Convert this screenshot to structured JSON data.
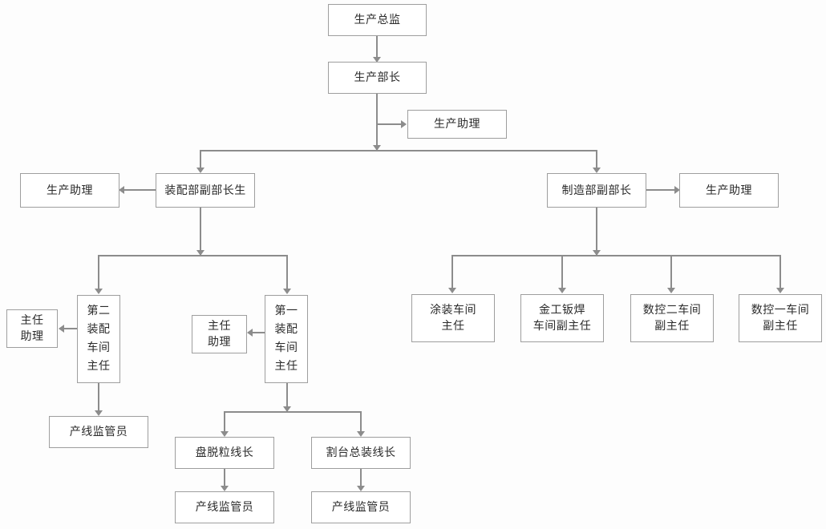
{
  "chart_data": {
    "type": "diagram",
    "title": "",
    "diagram_kind": "organization-chart",
    "orientation": "top-down",
    "node_count": 22,
    "colors": {
      "box_border": "#9e9e9e",
      "box_fill": "#ffffff",
      "connector": "#8c8c8c",
      "text": "#2b2b2b",
      "background": "#fdfdfd"
    },
    "nodes": [
      {
        "id": "n1",
        "label": "生产总监",
        "level": 0
      },
      {
        "id": "n2",
        "label": "生产部长",
        "level": 1
      },
      {
        "id": "n3",
        "label": "生产助理",
        "level": 2
      },
      {
        "id": "n4",
        "label": "装配部副部长生",
        "level": 3
      },
      {
        "id": "n5",
        "label": "生产助理",
        "level": 3
      },
      {
        "id": "n6",
        "label": "制造部副部长",
        "level": 3
      },
      {
        "id": "n7",
        "label": "生产助理",
        "level": 3
      },
      {
        "id": "n8",
        "label": "第二\n装配\n车间\n主任",
        "level": 4
      },
      {
        "id": "n9",
        "label": "主任\n助理",
        "level": 4
      },
      {
        "id": "n10",
        "label": "第一\n装配\n车间\n主任",
        "level": 4
      },
      {
        "id": "n11",
        "label": "主任\n助理",
        "level": 4
      },
      {
        "id": "n12",
        "label": "涂装车间\n主任",
        "level": 4
      },
      {
        "id": "n13",
        "label": "金工钣焊\n车间副主任",
        "level": 4
      },
      {
        "id": "n14",
        "label": "数控二车间\n副主任",
        "level": 4
      },
      {
        "id": "n15",
        "label": "数控一车间\n副主任",
        "level": 4
      },
      {
        "id": "n16",
        "label": "产线监管员",
        "level": 5
      },
      {
        "id": "n17",
        "label": "盘脱粒线长",
        "level": 5
      },
      {
        "id": "n18",
        "label": "割台总装线长",
        "level": 5
      },
      {
        "id": "n19",
        "label": "产线监管员",
        "level": 6
      },
      {
        "id": "n20",
        "label": "产线监管员",
        "level": 6
      }
    ],
    "edges": [
      {
        "from": "n1",
        "to": "n2",
        "style": "arrow-down"
      },
      {
        "from": "n2",
        "to": "n3",
        "style": "arrow-right"
      },
      {
        "from": "n2",
        "to": "n4",
        "style": "arrow-down"
      },
      {
        "from": "n2",
        "to": "n6",
        "style": "arrow-down"
      },
      {
        "from": "n4",
        "to": "n5",
        "style": "arrow-left"
      },
      {
        "from": "n6",
        "to": "n7",
        "style": "arrow-right"
      },
      {
        "from": "n4",
        "to": "n8",
        "style": "arrow-down"
      },
      {
        "from": "n4",
        "to": "n10",
        "style": "arrow-down"
      },
      {
        "from": "n6",
        "to": "n12",
        "style": "arrow-down"
      },
      {
        "from": "n6",
        "to": "n13",
        "style": "arrow-down"
      },
      {
        "from": "n6",
        "to": "n14",
        "style": "arrow-down"
      },
      {
        "from": "n6",
        "to": "n15",
        "style": "arrow-down"
      },
      {
        "from": "n8",
        "to": "n9",
        "style": "arrow-left"
      },
      {
        "from": "n10",
        "to": "n11",
        "style": "arrow-left"
      },
      {
        "from": "n8",
        "to": "n16",
        "style": "arrow-down"
      },
      {
        "from": "n10",
        "to": "n17",
        "style": "arrow-down"
      },
      {
        "from": "n10",
        "to": "n18",
        "style": "arrow-down"
      },
      {
        "from": "n17",
        "to": "n19",
        "style": "arrow-down"
      },
      {
        "from": "n18",
        "to": "n20",
        "style": "arrow-down"
      }
    ]
  },
  "nodes": {
    "production_director": "生产总监",
    "production_manager": "生产部长",
    "production_assistant_top": "生产助理",
    "assembly_deputy": "装配部副部长生",
    "assembly_assistant": "生产助理",
    "manufacturing_deputy": "制造部副部长",
    "manufacturing_assistant": "生产助理",
    "second_assembly_chief": "第二\n装配\n车间\n主任",
    "second_assembly_aide": "主任\n助理",
    "first_assembly_chief": "第一\n装配\n车间\n主任",
    "first_assembly_aide": "主任\n助理",
    "painting_chief": "涂装车间\n主任",
    "metalwork_chief": "金工钣焊\n车间副主任",
    "cnc2_chief": "数控二车间\n副主任",
    "cnc1_chief": "数控一车间\n副主任",
    "line_supervisor_a": "产线监管员",
    "threshing_line_leader": "盘脱粒线长",
    "header_assembly_leader": "割台总装线长",
    "line_supervisor_b": "产线监管员",
    "line_supervisor_c": "产线监管员"
  }
}
